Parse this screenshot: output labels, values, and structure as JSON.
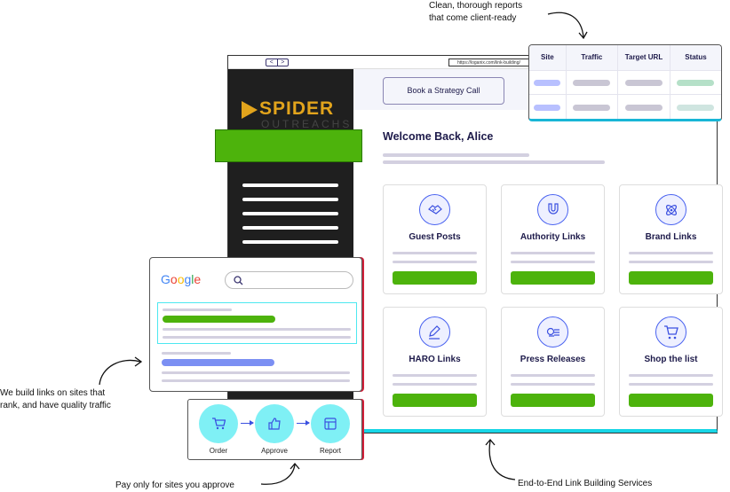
{
  "browser": {
    "back": "<",
    "forward": ">",
    "url": "https://loganix.com/link-building/"
  },
  "brand": {
    "line1": "SPIDER",
    "line2": "OUTREACHS"
  },
  "header": {
    "cta": "Book a Strategy Call"
  },
  "welcome": "Welcome Back, Alice",
  "services": [
    {
      "label": "Guest Posts",
      "icon": "handshake-icon"
    },
    {
      "label": "Authority Links",
      "icon": "magnet-icon"
    },
    {
      "label": "Brand Links",
      "icon": "atom-icon"
    },
    {
      "label": "HARO Links",
      "icon": "pencil-icon"
    },
    {
      "label": "Press Releases",
      "icon": "press-release-icon"
    },
    {
      "label": "Shop the list",
      "icon": "cart-icon"
    }
  ],
  "report_table": {
    "columns": [
      "Site",
      "Traffic",
      "Target URL",
      "Status"
    ]
  },
  "search": {
    "logo": "Google",
    "placeholder": ""
  },
  "steps": [
    {
      "label": "Order",
      "icon": "cart-icon"
    },
    {
      "label": "Approve",
      "icon": "thumbs-up-icon"
    },
    {
      "label": "Report",
      "icon": "layout-icon"
    }
  ],
  "annotations": {
    "top": [
      "Clean, thorough reports",
      "that come client-ready"
    ],
    "left": [
      "We build links on sites that",
      "rank, and have quality traffic"
    ],
    "bottom_left": "Pay only for sites you approve",
    "bottom_right": "End-to-End Link Building Services"
  },
  "colors": {
    "green": "#4db30c",
    "blue": "#4a63f0",
    "cyan": "#7ff0f5",
    "dark": "#1f1f1f"
  }
}
